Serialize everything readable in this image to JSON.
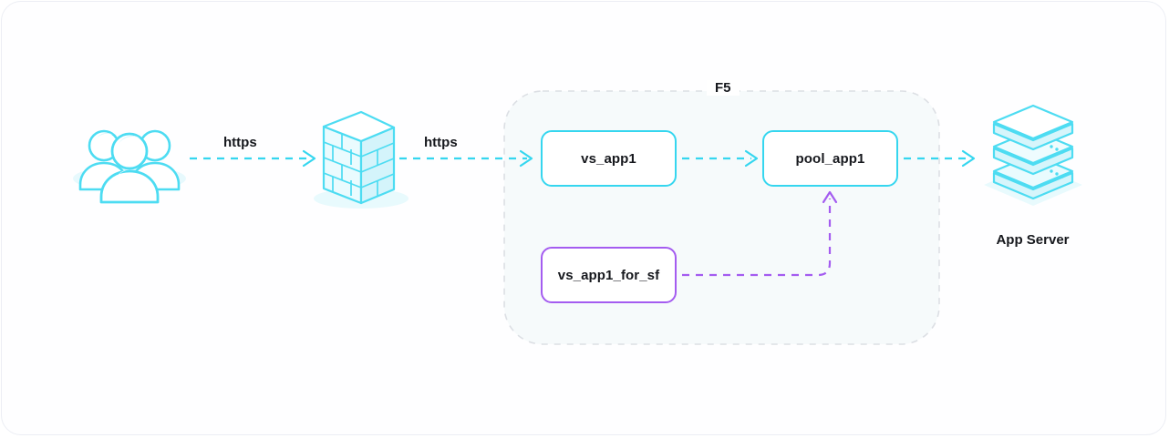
{
  "diagram": {
    "title": "F5 virtual server to pool traffic flow",
    "background": "#ffffff",
    "colors": {
      "cyan": "#35d6ef",
      "cyan_light": "#d9f6fb",
      "purple": "#a45cf0",
      "text": "#16181d",
      "container_fill": "#f6fafb",
      "container_border": "#dcdfe4",
      "frame_border": "#eceef4"
    },
    "nodes": [
      {
        "id": "users",
        "kind": "icon",
        "icon": "users-group-icon",
        "label": ""
      },
      {
        "id": "firewall",
        "kind": "icon",
        "icon": "firewall-brick-wall-icon",
        "label": ""
      },
      {
        "id": "vs_app1",
        "kind": "box",
        "label": "vs_app1",
        "accent": "#35d6ef"
      },
      {
        "id": "pool_app1",
        "kind": "box",
        "label": "pool_app1",
        "accent": "#35d6ef"
      },
      {
        "id": "vs_app1_for_sf",
        "kind": "box",
        "label": "vs_app1_for_sf",
        "accent": "#a45cf0"
      },
      {
        "id": "app_server",
        "kind": "icon",
        "icon": "server-stack-icon",
        "label": "App Server"
      }
    ],
    "container": {
      "id": "f5_group",
      "label": "F5",
      "style": "dashed-rounded",
      "members": [
        "vs_app1",
        "pool_app1",
        "vs_app1_for_sf"
      ]
    },
    "edges": [
      {
        "id": "e1",
        "from": "users",
        "to": "firewall",
        "label": "https",
        "style": "dashed",
        "color": "#35d6ef",
        "arrow": true
      },
      {
        "id": "e2",
        "from": "firewall",
        "to": "vs_app1",
        "label": "https",
        "style": "dashed",
        "color": "#35d6ef",
        "arrow": true
      },
      {
        "id": "e3",
        "from": "vs_app1",
        "to": "pool_app1",
        "label": "",
        "style": "dashed",
        "color": "#35d6ef",
        "arrow": true
      },
      {
        "id": "e4",
        "from": "pool_app1",
        "to": "app_server",
        "label": "",
        "style": "dashed",
        "color": "#35d6ef",
        "arrow": true
      },
      {
        "id": "e5",
        "from": "vs_app1_for_sf",
        "to": "pool_app1",
        "label": "",
        "style": "dashed-elbow",
        "color": "#a45cf0",
        "arrow": true
      }
    ],
    "labels": {
      "https_1": "https",
      "https_2": "https",
      "f5": "F5",
      "app_server": "App Server",
      "vs_app1": "vs_app1",
      "pool_app1": "pool_app1",
      "vs_app1_for_sf": "vs_app1_for_sf"
    }
  }
}
